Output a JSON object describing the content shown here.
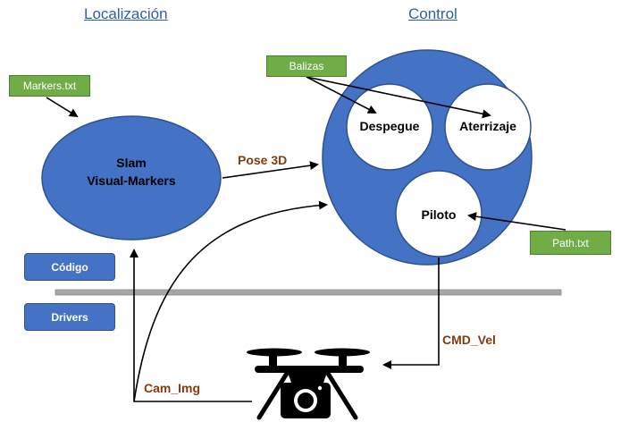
{
  "titles": {
    "left": "Localización",
    "right": "Control"
  },
  "nodes": {
    "slam_line1": "Slam",
    "slam_line2": "Visual-Markers",
    "despegue": "Despegue",
    "aterrizaje": "Aterrizaje",
    "piloto": "Piloto"
  },
  "files": {
    "markers": "Markers.txt",
    "balizas": "Balizas",
    "path": "Path.txt"
  },
  "layers": {
    "codigo": "Código",
    "drivers": "Drivers"
  },
  "edges": {
    "pose": "Pose 3D",
    "cmd_vel": "CMD_Vel",
    "cam_img": "Cam_Img"
  },
  "colors": {
    "blue": "#4472c4",
    "green": "#70ad47",
    "edge_text": "#843c0c",
    "title": "#2e5fa8"
  }
}
